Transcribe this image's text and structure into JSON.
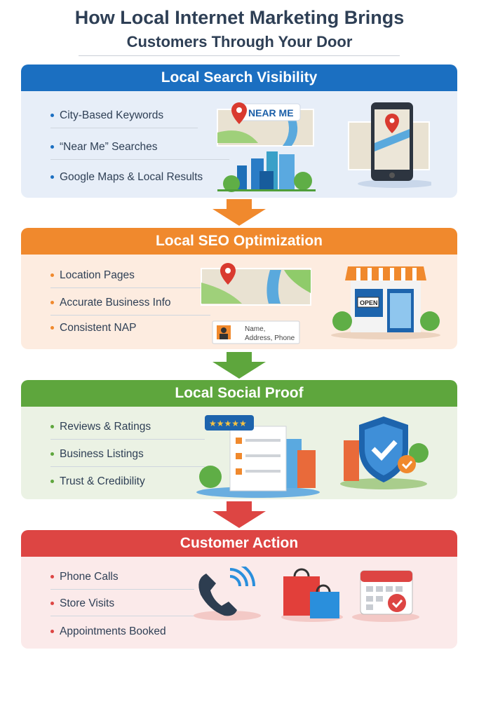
{
  "title": {
    "line1": "How Local Internet Marketing Brings",
    "line2": "Customers Through Your Door"
  },
  "sections": [
    {
      "heading": "Local Search Visibility",
      "color": "#1b6fc1",
      "bg": "#e7eef8",
      "items": [
        "City-Based Keywords",
        "“Near Me” Searches",
        "Google Maps & Local Results"
      ],
      "illustration_text": "NEAR ME"
    },
    {
      "heading": "Local SEO Optimization",
      "color": "#f0892d",
      "bg": "#fdece0",
      "items": [
        "Location Pages",
        "Accurate Business Info",
        "Consistent NAP"
      ],
      "illustration_text": "OPEN",
      "card_text": [
        "Name,",
        "Address, Phone"
      ]
    },
    {
      "heading": "Local Social Proof",
      "color": "#5ea63d",
      "bg": "#ebf2e4",
      "items": [
        "Reviews & Ratings",
        "Business Listings",
        "Trust & Credibility"
      ],
      "illustration_text": "★★★★★"
    },
    {
      "heading": "Customer Action",
      "color": "#dd4543",
      "bg": "#fbeaea",
      "items": [
        "Phone Calls",
        "Store Visits",
        "Appointments Booked"
      ]
    }
  ]
}
